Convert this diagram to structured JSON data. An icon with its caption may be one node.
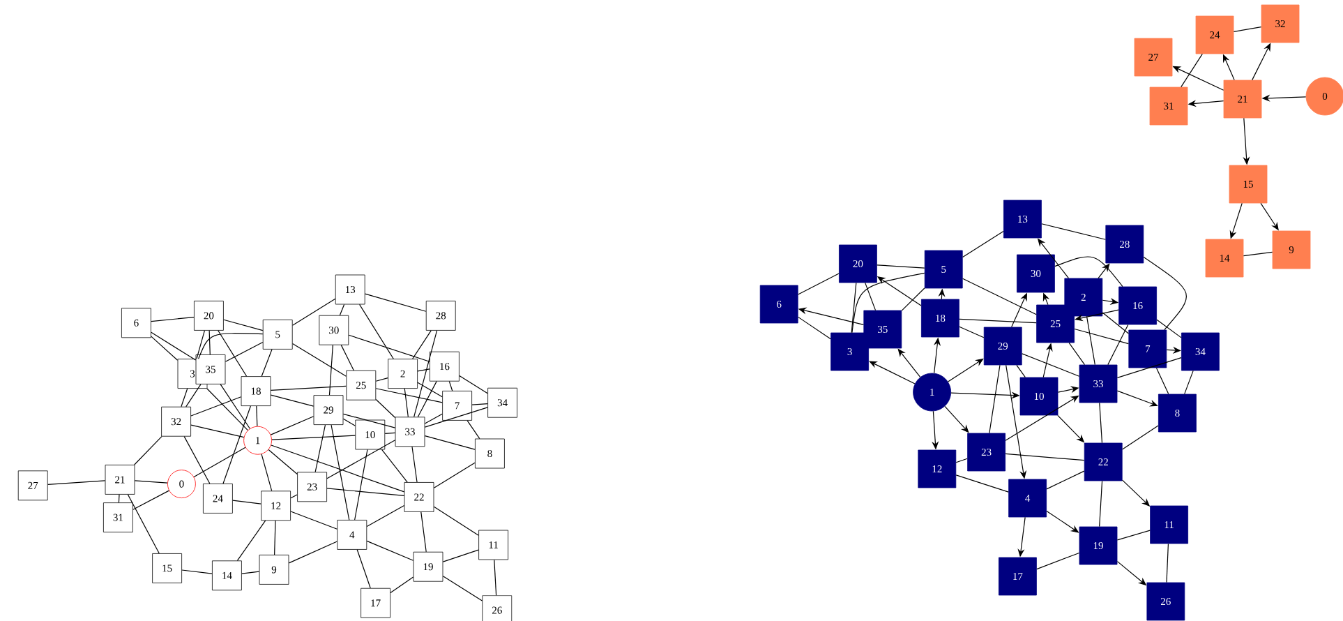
{
  "diagram": {
    "nodes": [
      {
        "text": [
          "0"
        ]
      },
      {
        "text": [
          "1"
        ]
      },
      {
        "text": [
          "2"
        ]
      },
      {
        "text": [
          "3"
        ]
      },
      {
        "text": [
          "4"
        ]
      },
      {
        "text": [
          "5"
        ]
      },
      {
        "text": [
          "6"
        ]
      },
      {
        "text": [
          "7"
        ]
      },
      {
        "text": [
          "8"
        ]
      },
      {
        "text": [
          "9"
        ]
      },
      {
        "text": [
          "10"
        ]
      },
      {
        "text": [
          "11"
        ]
      },
      {
        "text": [
          "12"
        ]
      },
      {
        "text": [
          "13"
        ]
      },
      {
        "text": [
          "14"
        ]
      },
      {
        "text": [
          "15"
        ]
      },
      {
        "text": [
          "16"
        ]
      },
      {
        "text": [
          "17"
        ]
      },
      {
        "text": [
          "18"
        ]
      },
      {
        "text": [
          "19"
        ]
      },
      {
        "text": [
          "20"
        ]
      },
      {
        "text": [
          "21"
        ]
      },
      {
        "text": [
          "22"
        ]
      },
      {
        "text": [
          "23"
        ]
      },
      {
        "text": [
          "24"
        ]
      },
      {
        "text": [
          "25"
        ]
      },
      {
        "text": [
          "26"
        ]
      },
      {
        "text": [
          "27"
        ]
      },
      {
        "text": [
          "28"
        ]
      },
      {
        "text": [
          "29"
        ]
      },
      {
        "text": [
          "30"
        ]
      },
      {
        "text": [
          "31"
        ]
      },
      {
        "text": [
          "32"
        ]
      },
      {
        "text": [
          "33"
        ]
      },
      {
        "text": [
          "34"
        ]
      },
      {
        "text": [
          "35"
        ]
      },
      {
        "text": [
          "0"
        ]
      },
      {
        "text": [
          "1"
        ]
      },
      {
        "text": [
          "2"
        ]
      },
      {
        "text": [
          "3"
        ]
      },
      {
        "text": [
          "4"
        ]
      },
      {
        "text": [
          "5"
        ]
      },
      {
        "text": [
          "6"
        ]
      },
      {
        "text": [
          "7"
        ]
      },
      {
        "text": [
          "8"
        ]
      },
      {
        "text": [
          "9"
        ]
      },
      {
        "text": [
          "10"
        ]
      },
      {
        "text": [
          "11"
        ]
      },
      {
        "text": [
          "12"
        ]
      },
      {
        "text": [
          "13"
        ]
      },
      {
        "text": [
          "14"
        ]
      },
      {
        "text": [
          "15"
        ]
      },
      {
        "text": [
          "16"
        ]
      },
      {
        "text": [
          "17"
        ]
      },
      {
        "text": [
          "18"
        ]
      },
      {
        "text": [
          "19"
        ]
      },
      {
        "text": [
          "20"
        ]
      },
      {
        "text": [
          "21"
        ]
      },
      {
        "text": [
          "22"
        ]
      },
      {
        "text": [
          "23"
        ]
      },
      {
        "text": [
          "24"
        ]
      },
      {
        "text": [
          "25"
        ]
      },
      {
        "text": [
          "26"
        ]
      },
      {
        "text": [
          "27"
        ]
      },
      {
        "text": [
          "28"
        ]
      },
      {
        "text": [
          "29"
        ]
      },
      {
        "text": [
          "30"
        ]
      },
      {
        "text": [
          "31"
        ]
      },
      {
        "text": [
          "32"
        ]
      },
      {
        "text": [
          "33"
        ]
      },
      {
        "text": [
          "34"
        ]
      },
      {
        "text": [
          "35"
        ]
      }
    ],
    "edges": [
      {
        "from": 6,
        "to": 20,
        "arrow": "none"
      },
      {
        "from": 6,
        "to": 35,
        "arrow": "none"
      },
      {
        "from": 6,
        "to": 3,
        "arrow": "none"
      },
      {
        "from": 20,
        "to": 35,
        "arrow": "none"
      },
      {
        "from": 20,
        "to": 3,
        "arrow": "none"
      },
      {
        "from": 20,
        "to": 5,
        "arrow": "none"
      },
      {
        "from": 20,
        "to": 18,
        "arrow": "none"
      },
      {
        "from": 5,
        "to": 35,
        "arrow": "none"
      },
      {
        "from": 5,
        "to": 3,
        "arrow": "none"
      },
      {
        "from": 5,
        "to": 18,
        "arrow": "none"
      },
      {
        "from": 35,
        "to": 32,
        "arrow": "none"
      },
      {
        "from": 3,
        "to": 32,
        "arrow": "none"
      },
      {
        "from": 3,
        "to": 1,
        "arrow": "none"
      },
      {
        "from": 35,
        "to": 1,
        "arrow": "none"
      },
      {
        "from": 18,
        "to": 32,
        "arrow": "none"
      },
      {
        "from": 18,
        "to": 1,
        "arrow": "none"
      },
      {
        "from": 32,
        "to": 1,
        "arrow": "none"
      },
      {
        "from": 32,
        "to": 21,
        "arrow": "none"
      },
      {
        "from": 32,
        "to": 24,
        "arrow": "none"
      },
      {
        "from": 0,
        "to": 1,
        "arrow": "none"
      },
      {
        "from": 21,
        "to": 27,
        "arrow": "none"
      },
      {
        "from": 21,
        "to": 0,
        "arrow": "none"
      },
      {
        "from": 21,
        "to": 31,
        "arrow": "none"
      },
      {
        "from": 21,
        "to": 15,
        "arrow": "none"
      },
      {
        "from": 31,
        "to": 0,
        "arrow": "none"
      },
      {
        "from": 24,
        "to": 12,
        "arrow": "none"
      },
      {
        "from": 1,
        "to": 12,
        "arrow": "none"
      },
      {
        "from": 12,
        "to": 14,
        "arrow": "none"
      },
      {
        "from": 12,
        "to": 9,
        "arrow": "none"
      },
      {
        "from": 15,
        "to": 14,
        "arrow": "none"
      },
      {
        "from": 14,
        "to": 9,
        "arrow": "none"
      },
      {
        "from": 9,
        "to": 4,
        "arrow": "none"
      },
      {
        "from": 18,
        "to": 24,
        "arrow": "none"
      },
      {
        "from": 13,
        "to": 5,
        "arrow": "none"
      },
      {
        "from": 13,
        "to": 28,
        "arrow": "none"
      },
      {
        "from": 13,
        "to": 30,
        "arrow": "none"
      },
      {
        "from": 13,
        "to": 2,
        "arrow": "none"
      },
      {
        "from": 30,
        "to": 25,
        "arrow": "none"
      },
      {
        "from": 30,
        "to": 29,
        "arrow": "none"
      },
      {
        "from": 5,
        "to": 25,
        "arrow": "none"
      },
      {
        "from": 28,
        "to": 2,
        "arrow": "none"
      },
      {
        "from": 28,
        "to": 33,
        "arrow": "none"
      },
      {
        "from": 2,
        "to": 16,
        "arrow": "none"
      },
      {
        "from": 2,
        "to": 25,
        "arrow": "none"
      },
      {
        "from": 2,
        "to": 7,
        "arrow": "none"
      },
      {
        "from": 2,
        "to": 33,
        "arrow": "none"
      },
      {
        "from": 30,
        "to": 16,
        "arrow": "none"
      },
      {
        "from": 16,
        "to": 7,
        "arrow": "none"
      },
      {
        "from": 16,
        "to": 34,
        "arrow": "none"
      },
      {
        "from": 16,
        "to": 33,
        "arrow": "none"
      },
      {
        "from": 18,
        "to": 25,
        "arrow": "none"
      },
      {
        "from": 18,
        "to": 29,
        "arrow": "none"
      },
      {
        "from": 1,
        "to": 29,
        "arrow": "none"
      },
      {
        "from": 1,
        "to": 10,
        "arrow": "none"
      },
      {
        "from": 1,
        "to": 23,
        "arrow": "none"
      },
      {
        "from": 1,
        "to": 22,
        "arrow": "none"
      },
      {
        "from": 29,
        "to": 33,
        "arrow": "none"
      },
      {
        "from": 29,
        "to": 10,
        "arrow": "none"
      },
      {
        "from": 29,
        "to": 4,
        "arrow": "none"
      },
      {
        "from": 29,
        "to": 23,
        "arrow": "none"
      },
      {
        "from": 25,
        "to": 7,
        "arrow": "none"
      },
      {
        "from": 25,
        "to": 33,
        "arrow": "none"
      },
      {
        "from": 7,
        "to": 34,
        "arrow": "none"
      },
      {
        "from": 7,
        "to": 33,
        "arrow": "none"
      },
      {
        "from": 7,
        "to": 8,
        "arrow": "none"
      },
      {
        "from": 33,
        "to": 34,
        "arrow": "none"
      },
      {
        "from": 33,
        "to": 10,
        "arrow": "none"
      },
      {
        "from": 33,
        "to": 8,
        "arrow": "none"
      },
      {
        "from": 33,
        "to": 22,
        "arrow": "none"
      },
      {
        "from": 33,
        "to": 23,
        "arrow": "none"
      },
      {
        "from": 10,
        "to": 4,
        "arrow": "none"
      },
      {
        "from": 10,
        "to": 22,
        "arrow": "none"
      },
      {
        "from": 23,
        "to": 12,
        "arrow": "none"
      },
      {
        "from": 23,
        "to": 22,
        "arrow": "none"
      },
      {
        "from": 12,
        "to": 4,
        "arrow": "none"
      },
      {
        "from": 4,
        "to": 22,
        "arrow": "none"
      },
      {
        "from": 4,
        "to": 19,
        "arrow": "none"
      },
      {
        "from": 4,
        "to": 17,
        "arrow": "none"
      },
      {
        "from": 22,
        "to": 8,
        "arrow": "none"
      },
      {
        "from": 22,
        "to": 19,
        "arrow": "none"
      },
      {
        "from": 22,
        "to": 11,
        "arrow": "none"
      },
      {
        "from": 19,
        "to": 11,
        "arrow": "none"
      },
      {
        "from": 19,
        "to": 17,
        "arrow": "none"
      },
      {
        "from": 19,
        "to": 26,
        "arrow": "none"
      },
      {
        "from": 11,
        "to": 26,
        "arrow": "none"
      },
      {
        "from": 36,
        "to": 57,
        "arrow": "to"
      },
      {
        "from": 57,
        "to": 67,
        "arrow": "to"
      },
      {
        "from": 57,
        "to": 63,
        "arrow": "to"
      },
      {
        "from": 57,
        "to": 60,
        "arrow": "to"
      },
      {
        "from": 57,
        "to": 68,
        "arrow": "to"
      },
      {
        "from": 60,
        "to": 68,
        "arrow": "none"
      },
      {
        "from": 60,
        "to": 67,
        "arrow": "none"
      },
      {
        "from": 57,
        "to": 51,
        "arrow": "to"
      },
      {
        "from": 51,
        "to": 50,
        "arrow": "to"
      },
      {
        "from": 51,
        "to": 45,
        "arrow": "to"
      },
      {
        "from": 50,
        "to": 45,
        "arrow": "none"
      },
      {
        "from": 37,
        "to": 39,
        "arrow": "to"
      },
      {
        "from": 37,
        "to": 71,
        "arrow": "to"
      },
      {
        "from": 37,
        "to": 54,
        "arrow": "to"
      },
      {
        "from": 37,
        "to": 65,
        "arrow": "to"
      },
      {
        "from": 37,
        "to": 46,
        "arrow": "to"
      },
      {
        "from": 37,
        "to": 59,
        "arrow": "to"
      },
      {
        "from": 37,
        "to": 48,
        "arrow": "to"
      },
      {
        "from": 54,
        "to": 41,
        "arrow": "to"
      },
      {
        "from": 54,
        "to": 56,
        "arrow": "to"
      },
      {
        "from": 71,
        "to": 42,
        "arrow": "to"
      },
      {
        "from": 39,
        "to": 42,
        "arrow": "none"
      },
      {
        "from": 56,
        "to": 42,
        "arrow": "none"
      },
      {
        "from": 56,
        "to": 71,
        "arrow": "none"
      },
      {
        "from": 56,
        "to": 39,
        "arrow": "none"
      },
      {
        "from": 56,
        "to": 41,
        "arrow": "none"
      },
      {
        "from": 41,
        "to": 71,
        "arrow": "none"
      },
      {
        "from": 41,
        "to": 39,
        "arrow": "none"
      },
      {
        "from": 54,
        "to": 61,
        "arrow": "none"
      },
      {
        "from": 54,
        "to": 65,
        "arrow": "none"
      },
      {
        "from": 41,
        "to": 49,
        "arrow": "none"
      },
      {
        "from": 41,
        "to": 61,
        "arrow": "none"
      },
      {
        "from": 49,
        "to": 64,
        "arrow": "none"
      },
      {
        "from": 38,
        "to": 49,
        "arrow": "to"
      },
      {
        "from": 38,
        "to": 64,
        "arrow": "to"
      },
      {
        "from": 66,
        "to": 52,
        "arrow": "none"
      },
      {
        "from": 38,
        "to": 52,
        "arrow": "to"
      },
      {
        "from": 52,
        "to": 61,
        "arrow": "to"
      },
      {
        "from": 65,
        "to": 66,
        "arrow": "to"
      },
      {
        "from": 61,
        "to": 66,
        "arrow": "to"
      },
      {
        "from": 64,
        "to": 43,
        "arrow": "none"
      },
      {
        "from": 38,
        "to": 43,
        "arrow": "none"
      },
      {
        "from": 38,
        "to": 69,
        "arrow": "none"
      },
      {
        "from": 52,
        "to": 70,
        "arrow": "none"
      },
      {
        "from": 43,
        "to": 70,
        "arrow": "to"
      },
      {
        "from": 61,
        "to": 43,
        "arrow": "none"
      },
      {
        "from": 61,
        "to": 69,
        "arrow": "none"
      },
      {
        "from": 65,
        "to": 69,
        "arrow": "none"
      },
      {
        "from": 52,
        "to": 69,
        "arrow": "none"
      },
      {
        "from": 46,
        "to": 69,
        "arrow": "to"
      },
      {
        "from": 59,
        "to": 69,
        "arrow": "to"
      },
      {
        "from": 46,
        "to": 61,
        "arrow": "to"
      },
      {
        "from": 65,
        "to": 46,
        "arrow": "none"
      },
      {
        "from": 65,
        "to": 59,
        "arrow": "none"
      },
      {
        "from": 65,
        "to": 40,
        "arrow": "to"
      },
      {
        "from": 46,
        "to": 58,
        "arrow": "to"
      },
      {
        "from": 69,
        "to": 44,
        "arrow": "to"
      },
      {
        "from": 69,
        "to": 70,
        "arrow": "none"
      },
      {
        "from": 69,
        "to": 58,
        "arrow": "none"
      },
      {
        "from": 43,
        "to": 44,
        "arrow": "none"
      },
      {
        "from": 70,
        "to": 44,
        "arrow": "none"
      },
      {
        "from": 58,
        "to": 47,
        "arrow": "to"
      },
      {
        "from": 58,
        "to": 55,
        "arrow": "none"
      },
      {
        "from": 58,
        "to": 44,
        "arrow": "none"
      },
      {
        "from": 59,
        "to": 58,
        "arrow": "none"
      },
      {
        "from": 40,
        "to": 58,
        "arrow": "none"
      },
      {
        "from": 40,
        "to": 55,
        "arrow": "to"
      },
      {
        "from": 40,
        "to": 53,
        "arrow": "to"
      },
      {
        "from": 55,
        "to": 53,
        "arrow": "none"
      },
      {
        "from": 55,
        "to": 62,
        "arrow": "to"
      },
      {
        "from": 47,
        "to": 62,
        "arrow": "none"
      },
      {
        "from": 55,
        "to": 47,
        "arrow": "none"
      },
      {
        "from": 48,
        "to": 59,
        "arrow": "none"
      },
      {
        "from": 48,
        "to": 40,
        "arrow": "none"
      }
    ]
  }
}
